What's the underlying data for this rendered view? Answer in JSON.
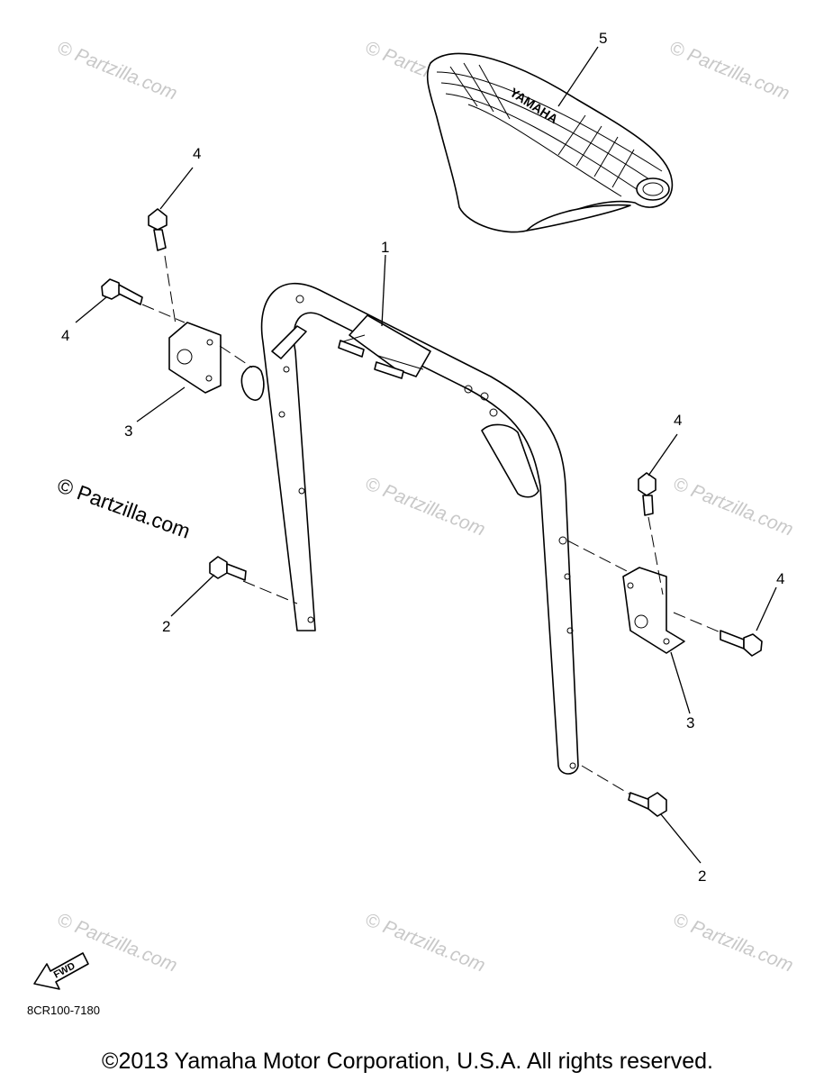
{
  "watermarks": [
    {
      "text": "© Partzilla.com"
    },
    {
      "text": "© Partzilla.com"
    },
    {
      "text": "© Partzilla.com"
    },
    {
      "text": "© Partzilla.com"
    },
    {
      "text": "© Partzilla.com"
    },
    {
      "text": "© Partzilla.com"
    },
    {
      "text": "© Partzilla.com"
    },
    {
      "text": "© Partzilla.com"
    },
    {
      "text": "© Partzilla.com"
    }
  ],
  "callouts": [
    "1",
    "2",
    "2",
    "3",
    "3",
    "4",
    "4",
    "4",
    "4",
    "5"
  ],
  "seat_brand": "YAMAHA",
  "fwd_label": "FWD",
  "diagram_code": "8CR100-7180",
  "copyright": "©2013 Yamaha Motor Corporation, U.S.A. All rights reserved."
}
